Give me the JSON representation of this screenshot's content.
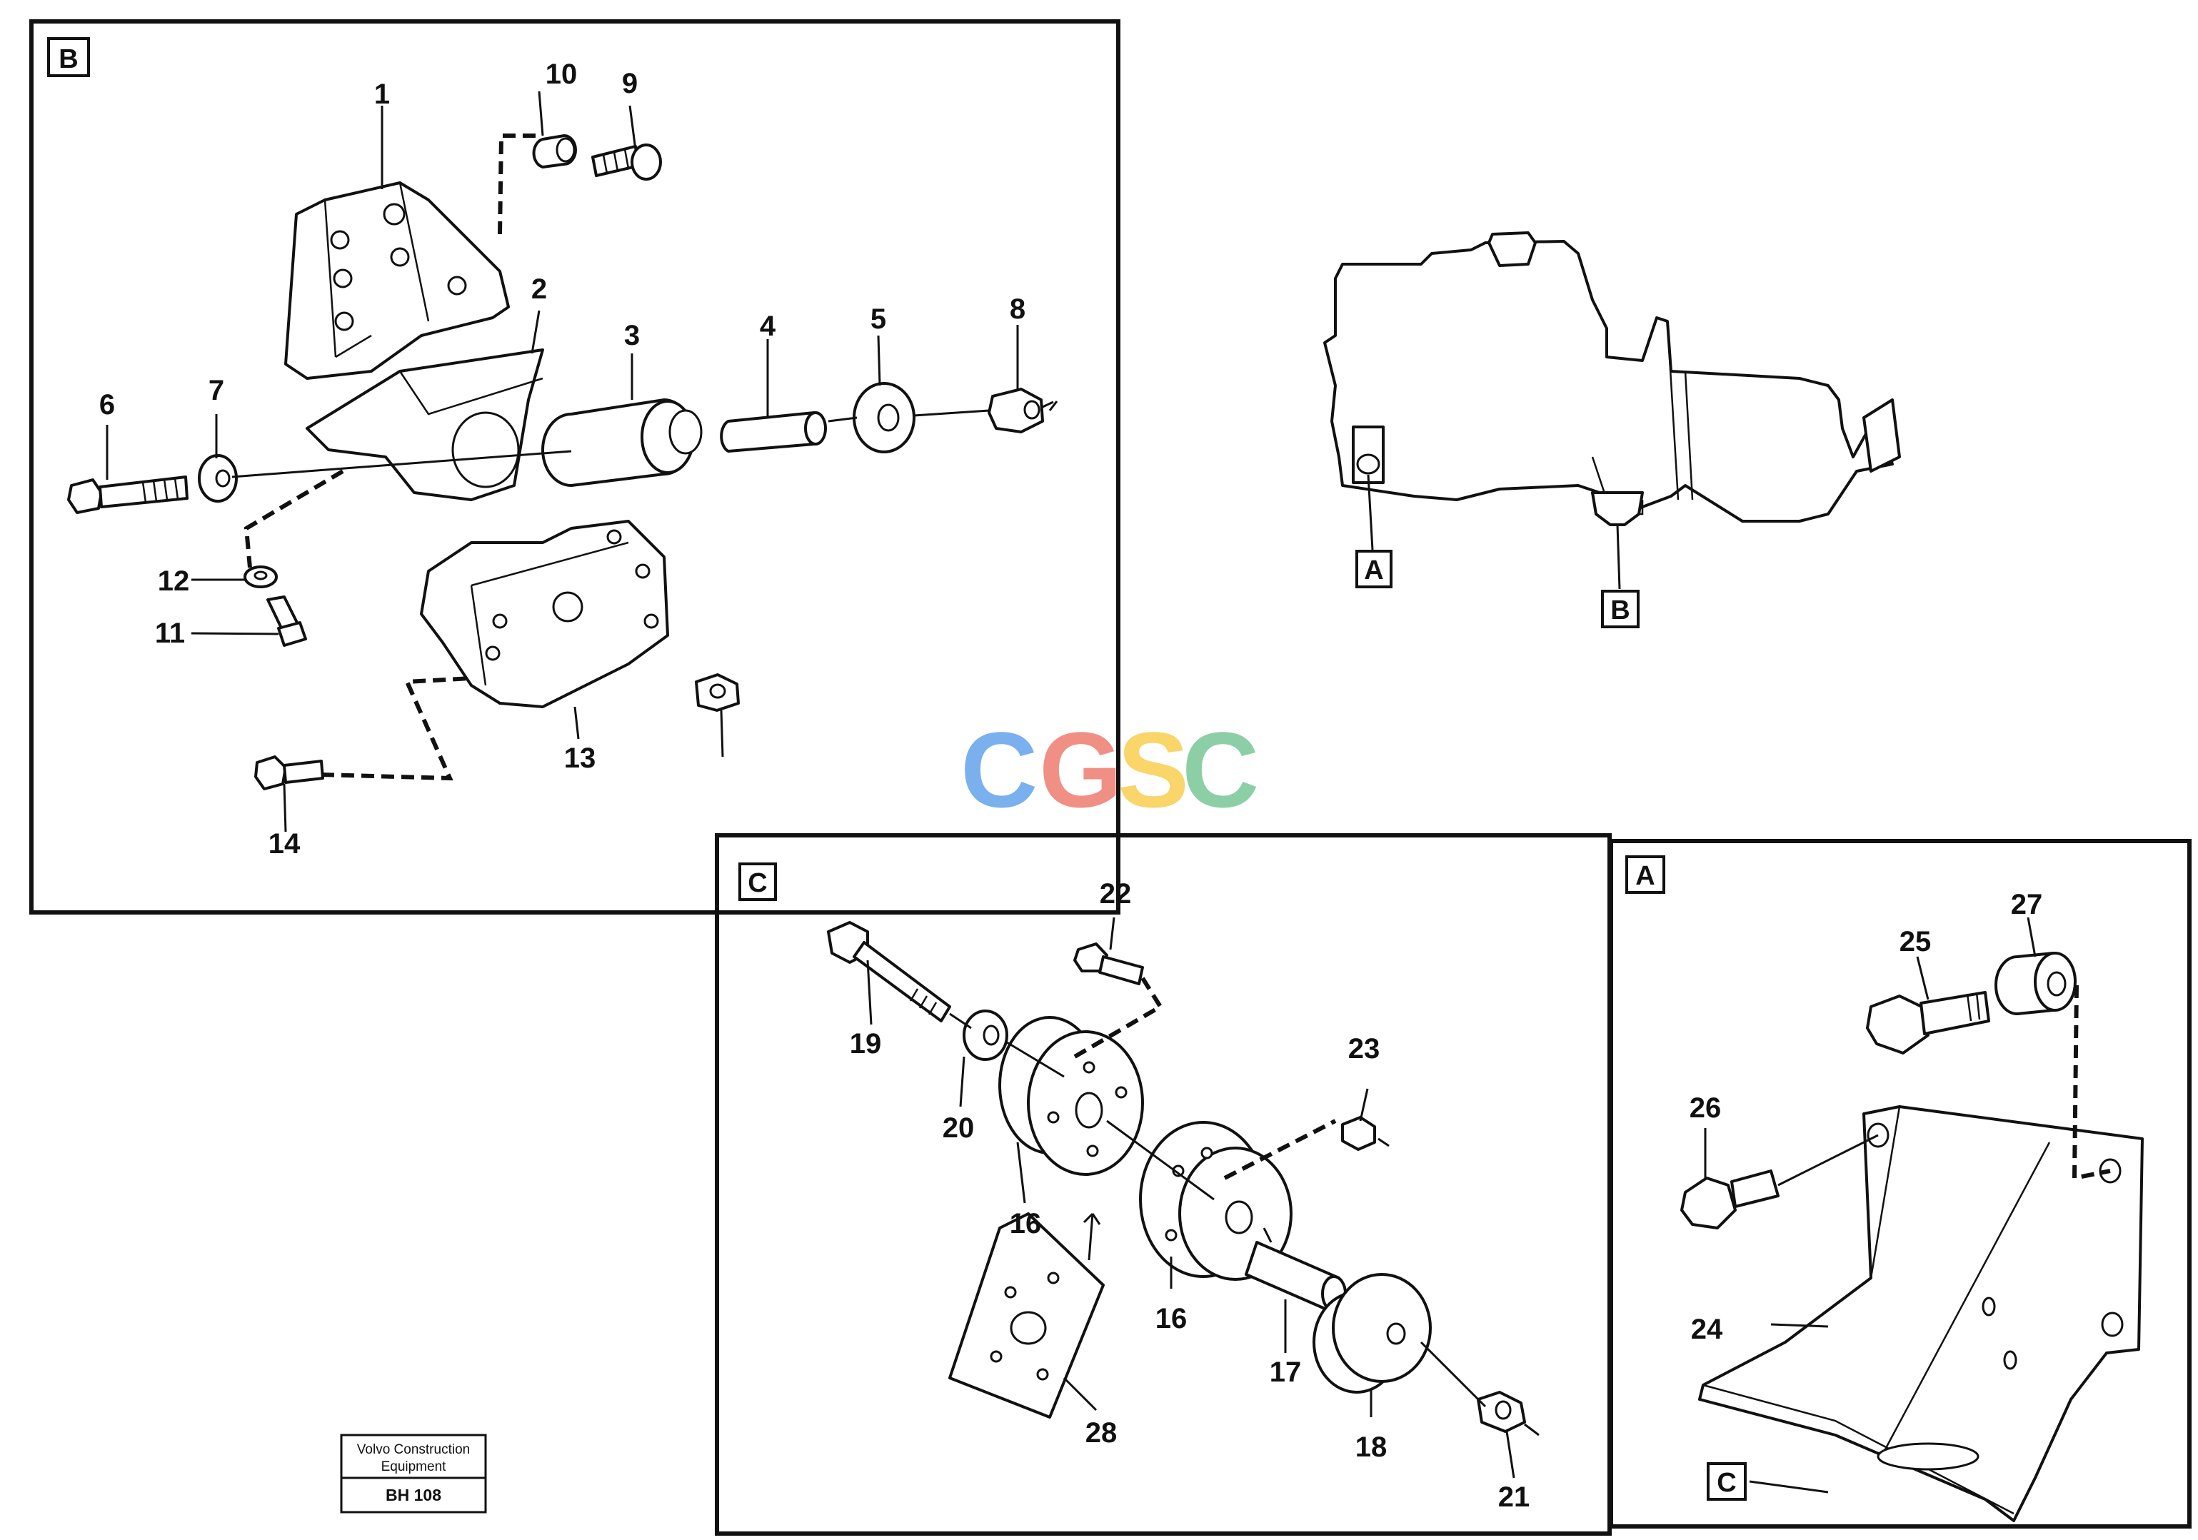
{
  "panels": {
    "B": {
      "label": "B"
    },
    "C": {
      "label": "C"
    },
    "A": {
      "label": "A"
    }
  },
  "overview_refs": {
    "a": "A",
    "b": "B"
  },
  "detail_refs": {
    "c": "C"
  },
  "callouts": {
    "p1": "1",
    "p2": "2",
    "p3": "3",
    "p4": "4",
    "p5": "5",
    "p6": "6",
    "p7": "7",
    "p8": "8",
    "p9": "9",
    "p10": "10",
    "p11": "11",
    "p12": "12",
    "p13": "13",
    "p14": "14",
    "p16a": "16",
    "p16b": "16",
    "p17": "17",
    "p18": "18",
    "p19": "19",
    "p20": "20",
    "p21": "21",
    "p22": "22",
    "p23": "23",
    "p24": "24",
    "p25": "25",
    "p26": "26",
    "p27": "27",
    "p28": "28"
  },
  "watermark": {
    "letters": [
      "C",
      "G",
      "S",
      "C"
    ],
    "colors": [
      "#7ab0ee",
      "#f08f84",
      "#f9d56a",
      "#8ccfa6"
    ]
  },
  "title_plate": {
    "line1": "Volvo Construction",
    "line2": "Equipment",
    "code": "BH 108"
  }
}
